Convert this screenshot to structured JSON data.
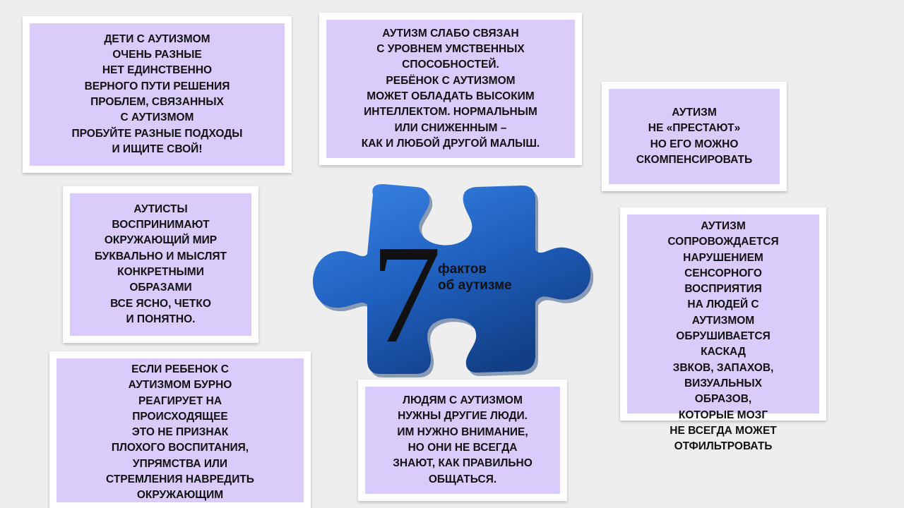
{
  "title": {
    "number": "7",
    "caption": "фактов\nоб аутизме"
  },
  "facts": [
    {
      "id": "variety",
      "text": "ДЕТИ С АУТИЗМОМ\nОЧЕНЬ РАЗНЫЕ\nНЕТ ЕДИНСТВЕННО\nВЕРНОГО ПУТИ РЕШЕНИЯ\nПРОБЛЕМ, СВЯЗАННЫХ\nС АУТИЗМОМ\nПРОБУЙТЕ РАЗНЫЕ ПОДХОДЫ\nИ ИЩИТЕ СВОЙ!"
    },
    {
      "id": "intellect",
      "text": "АУТИЗМ СЛАБО СВЯЗАН\nС УРОВНЕМ УМСТВЕННЫХ\nСПОСОБНОСТЕЙ.\nРЕБЁНОК С АУТИЗМОМ\nМОЖЕТ ОБЛАДАТЬ ВЫСОКИМ\nИНТЕЛЛЕКТОМ. НОРМАЛЬНЫМ\nИЛИ СНИЖЕННЫМ –\nКАК И ЛЮБОЙ ДРУГОЙ МАЛЫШ."
    },
    {
      "id": "compensate",
      "text": "АУТИЗМ\nНЕ «ПРЕСТАЮТ»\nНО ЕГО МОЖНО\nСКОМПЕНСИРОВАТЬ"
    },
    {
      "id": "literal",
      "text": "АУТИСТЫ\nВОСПРИНИМАЮТ\nОКРУЖАЮЩИЙ МИР\nБУКВАЛЬНО И МЫСЛЯТ\nКОНКРЕТНЫМИ\nОБРАЗАМИ\nВСЕ ЯСНО, ЧЕТКО\nИ ПОНЯТНО."
    },
    {
      "id": "sensory",
      "text": "АУТИЗМ\nСОПРОВОЖДАЕТСЯ\nНАРУШЕНИЕМ\nСЕНСОРНОГО\nВОСПРИЯТИЯ\nНА ЛЮДЕЙ С\nАУТИЗМОМ\nОБРУШИВАЕТСЯ\nКАСКАД\nЗВКОВ, ЗАПАХОВ,\nВИЗУАЛЬНЫХ\nОБРАЗОВ,\nКОТОРЫЕ МОЗГ\nНЕ ВСЕГДА МОЖЕТ\nОТФИЛЬТРОВАТЬ"
    },
    {
      "id": "reaction",
      "text": "ЕСЛИ РЕБЕНОК С\nАУТИЗМОМ БУРНО\nРЕАГИРУЕТ НА\nПРОИСХОДЯЩЕЕ\nЭТО НЕ ПРИЗНАК\nПЛОХОГО ВОСПИТАНИЯ,\nУПРЯМСТВА ИЛИ\nСТРЕМЛЕНИЯ НАВРЕДИТЬ\nОКРУЖАЮЩИМ"
    },
    {
      "id": "people",
      "text": "ЛЮДЯМ С АУТИЗМОМ\nНУЖНЫ ДРУГИЕ ЛЮДИ.\nИМ НУЖНО ВНИМАНИЕ,\nНО ОНИ НЕ ВСЕГДА\nЗНАЮТ, КАК ПРАВИЛЬНО\nОБЩАТЬСЯ."
    }
  ],
  "colors": {
    "background": "#eeeeee",
    "card": "#ffffff",
    "panel": "#d9ccfb",
    "puzzle": "#1f5fbd",
    "text": "#111111"
  }
}
